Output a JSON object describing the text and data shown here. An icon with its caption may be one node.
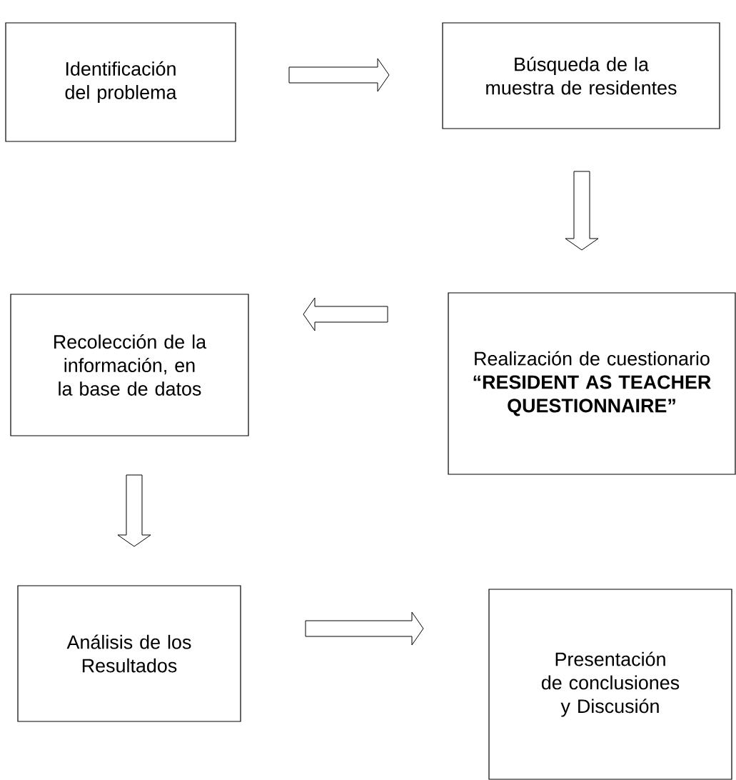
{
  "diagram": {
    "nodes": [
      {
        "text": [
          "Identificación del problema"
        ]
      },
      {
        "text": [
          "Búsqueda de la muestra de residentes"
        ]
      },
      {
        "text": [
          "Realización de cuestionario **“RESIDENT AS TEACHER QUESTIONNAIRE”**"
        ]
      },
      {
        "text": [
          "Recolección de la información, en la base de datos"
        ]
      },
      {
        "text": [
          "Análisis de los Resultados"
        ]
      },
      {
        "text": [
          "Presentación de conclusiones y Discusión"
        ]
      }
    ],
    "edges": [
      {
        "from": 0,
        "to": 1,
        "arrow": "to"
      },
      {
        "from": 1,
        "to": 2,
        "arrow": "to"
      },
      {
        "from": 2,
        "to": 3,
        "arrow": "to"
      },
      {
        "from": 3,
        "to": 4,
        "arrow": "to"
      },
      {
        "from": 4,
        "to": 5,
        "arrow": "to"
      }
    ]
  }
}
